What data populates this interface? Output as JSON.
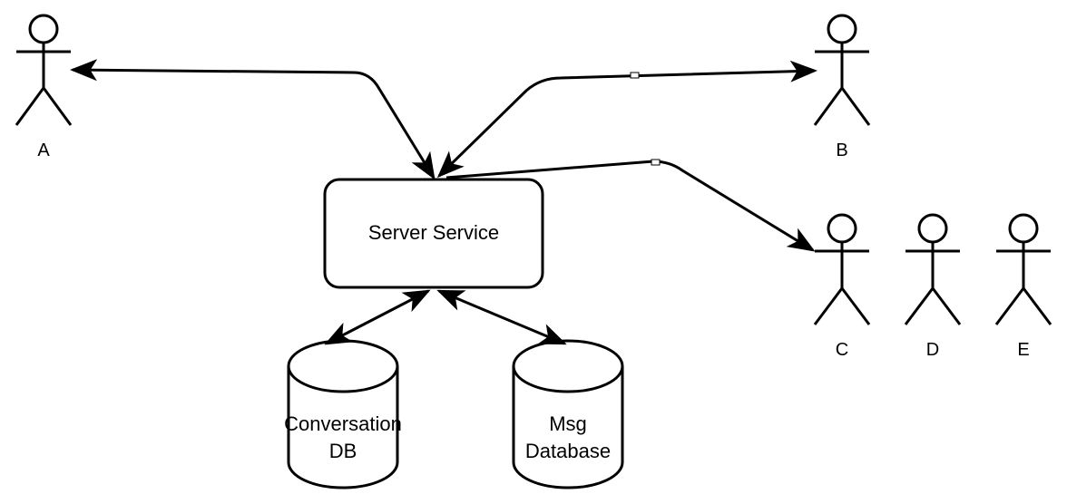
{
  "diagram": {
    "server": {
      "label": "Server Service"
    },
    "databases": [
      {
        "id": "conversation-db",
        "lines": [
          "Conversation",
          "DB"
        ]
      },
      {
        "id": "msg-database",
        "lines": [
          "Msg",
          "Database"
        ]
      }
    ],
    "actors": [
      {
        "id": "a",
        "label": "A"
      },
      {
        "id": "b",
        "label": "B"
      },
      {
        "id": "c",
        "label": "C"
      },
      {
        "id": "d",
        "label": "D"
      },
      {
        "id": "e",
        "label": "E"
      }
    ],
    "connections": [
      {
        "from": "a",
        "to": "server",
        "direction": "both"
      },
      {
        "from": "b",
        "to": "server",
        "direction": "both"
      },
      {
        "from": "server",
        "to": "c",
        "direction": "to"
      },
      {
        "from": "server",
        "to": "conversation-db",
        "direction": "both"
      },
      {
        "from": "server",
        "to": "msg-database",
        "direction": "both"
      }
    ]
  }
}
